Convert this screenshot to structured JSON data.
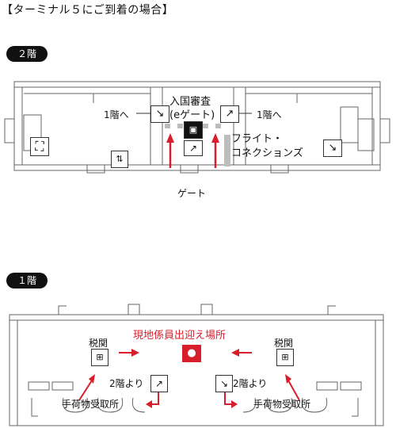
{
  "heading": "【ターミナル５にご到着の場合】",
  "floor2": {
    "badge": "２階",
    "label_1f_left": "1階へ",
    "label_1f_right": "1階へ",
    "immigration_line1": "入国審査",
    "immigration_line2": "(eゲート)",
    "flight_conn_line1": "フライト・",
    "flight_conn_line2": "コネクションズ",
    "gate": "ゲート"
  },
  "floor1": {
    "badge": "１階",
    "meeting_point": "現地係員出迎え場所",
    "customs_left": "税関",
    "customs_right": "税関",
    "from2f_left": "2階より",
    "from2f_right": "2階より",
    "baggage_left": "手荷物受取所",
    "baggage_right": "手荷物受取所"
  },
  "colors": {
    "accent_red": "#d81e2a",
    "line": "#555555",
    "fill_gray": "#cccccc"
  }
}
